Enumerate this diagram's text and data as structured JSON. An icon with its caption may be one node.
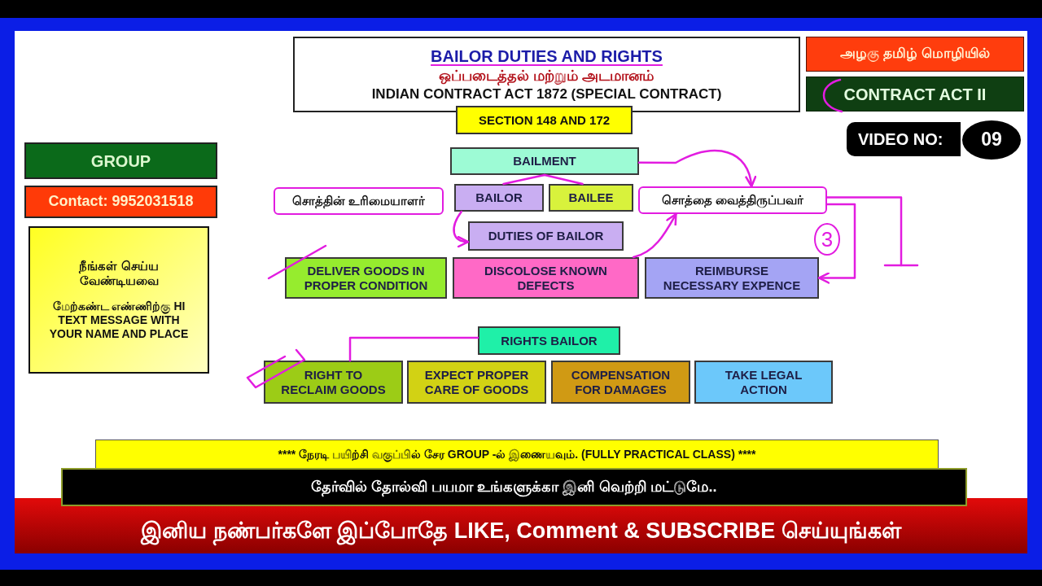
{
  "diagram": {
    "nodes": [
      {
        "text": [
          "BAILOR DUTIES AND RIGHTS",
          "ஒப்படைத்தல் மற்றும் அடமானம்",
          "INDIAN CONTRACT ACT 1872 (SPECIAL CONTRACT)"
        ]
      },
      {
        "text": [
          "அழகு தமிழ் மொழியில்"
        ]
      },
      {
        "text": [
          "CONTRACT ACT II"
        ]
      },
      {
        "text": [
          "SECTION 148 AND 172"
        ]
      },
      {
        "text": [
          "VIDEO NO:"
        ]
      },
      {
        "text": [
          "09"
        ]
      },
      {
        "text": [
          "GROUP"
        ]
      },
      {
        "text": [
          "Contact: 9952031518"
        ]
      },
      {
        "text": [
          "நீங்கள் செய்ய வேண்டியவை",
          "மேற்கண்ட எண்ணிற்கு HI TEXT MESSAGE WITH YOUR NAME AND PLACE"
        ]
      },
      {
        "text": [
          "BAILMENT"
        ]
      },
      {
        "text": [
          "சொத்தின் உரிமையாளர்"
        ]
      },
      {
        "text": [
          "BAILOR"
        ]
      },
      {
        "text": [
          "BAILEE"
        ]
      },
      {
        "text": [
          "சொத்தை வைத்திருப்பவர்"
        ]
      },
      {
        "text": [
          "DUTIES OF BAILOR"
        ]
      },
      {
        "text": [
          "DELIVER GOODS IN PROPER CONDITION"
        ]
      },
      {
        "text": [
          "DISCOLOSE KNOWN DEFECTS"
        ]
      },
      {
        "text": [
          "REIMBURSE NECESSARY EXPENCE"
        ]
      },
      {
        "text": [
          "RIGHTS BAILOR"
        ]
      },
      {
        "text": [
          "RIGHT TO RECLAIM GOODS"
        ]
      },
      {
        "text": [
          "EXPECT PROPER CARE OF GOODS"
        ]
      },
      {
        "text": [
          "COMPENSATION FOR DAMAGES"
        ]
      },
      {
        "text": [
          "TAKE LEGAL ACTION"
        ]
      },
      {
        "text": [
          "**** நேரடி பயிற்சி வகுப்பில் சேர GROUP -ல் இணையவும். (FULLY PRACTICAL CLASS) ****"
        ]
      },
      {
        "text": [
          "தேர்வில் தோல்வி பயமா உங்களுக்கா இனி வெற்றி மட்டுமே.."
        ]
      },
      {
        "text": [
          "இனிய நண்பர்களே இப்போதே LIKE, Comment & SUBSCRIBE செய்யுங்கள்"
        ]
      }
    ],
    "edges": [
      {
        "from": 9,
        "to": 11,
        "arrow": "none"
      },
      {
        "from": 9,
        "to": 12,
        "arrow": "none"
      },
      {
        "from": 9,
        "to": 13,
        "arrow": "to"
      },
      {
        "from": 11,
        "to": 14,
        "arrow": "to"
      },
      {
        "from": 16,
        "to": 13,
        "arrow": "to"
      },
      {
        "from": 13,
        "to": 17,
        "arrow": "to"
      },
      {
        "from": 13,
        "to": null,
        "arrow": "other"
      },
      {
        "from": 18,
        "to": 19,
        "arrow": "none"
      }
    ],
    "labels": [
      "3"
    ]
  }
}
